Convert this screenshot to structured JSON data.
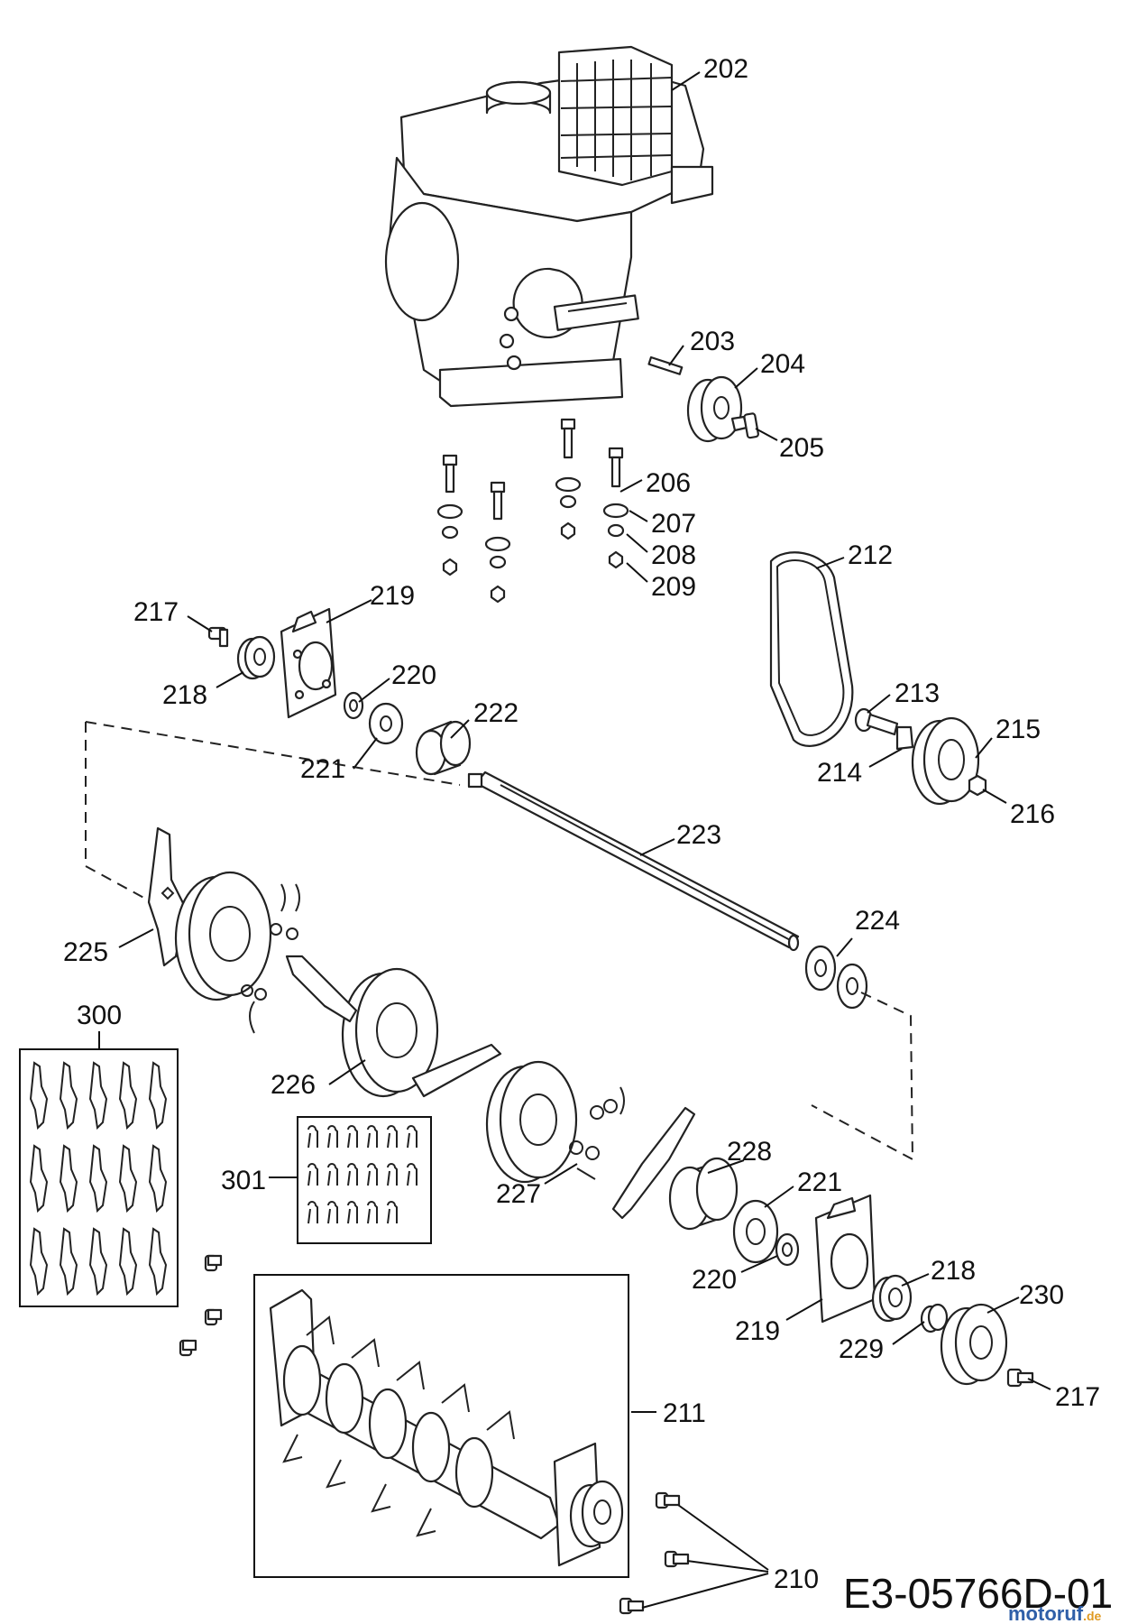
{
  "diagram_code": "E3-05766D-01",
  "watermark": {
    "text": "motoruf",
    "suffix": ".de",
    "colors": [
      "#2f5fa8",
      "#e09a22"
    ]
  },
  "labels": {
    "l202": "202",
    "l203": "203",
    "l204": "204",
    "l205": "205",
    "l206": "206",
    "l207": "207",
    "l208": "208",
    "l209": "209",
    "l210": "210",
    "l211": "211",
    "l212": "212",
    "l213": "213",
    "l214": "214",
    "l215": "215",
    "l216": "216",
    "l217a": "217",
    "l217b": "217",
    "l218a": "218",
    "l218b": "218",
    "l219a": "219",
    "l219b": "219",
    "l220a": "220",
    "l220b": "220",
    "l221a": "221",
    "l221b": "221",
    "l222": "222",
    "l223": "223",
    "l224": "224",
    "l225": "225",
    "l226": "226",
    "l227": "227",
    "l228": "228",
    "l229": "229",
    "l230": "230",
    "l300": "300",
    "l301": "301"
  }
}
